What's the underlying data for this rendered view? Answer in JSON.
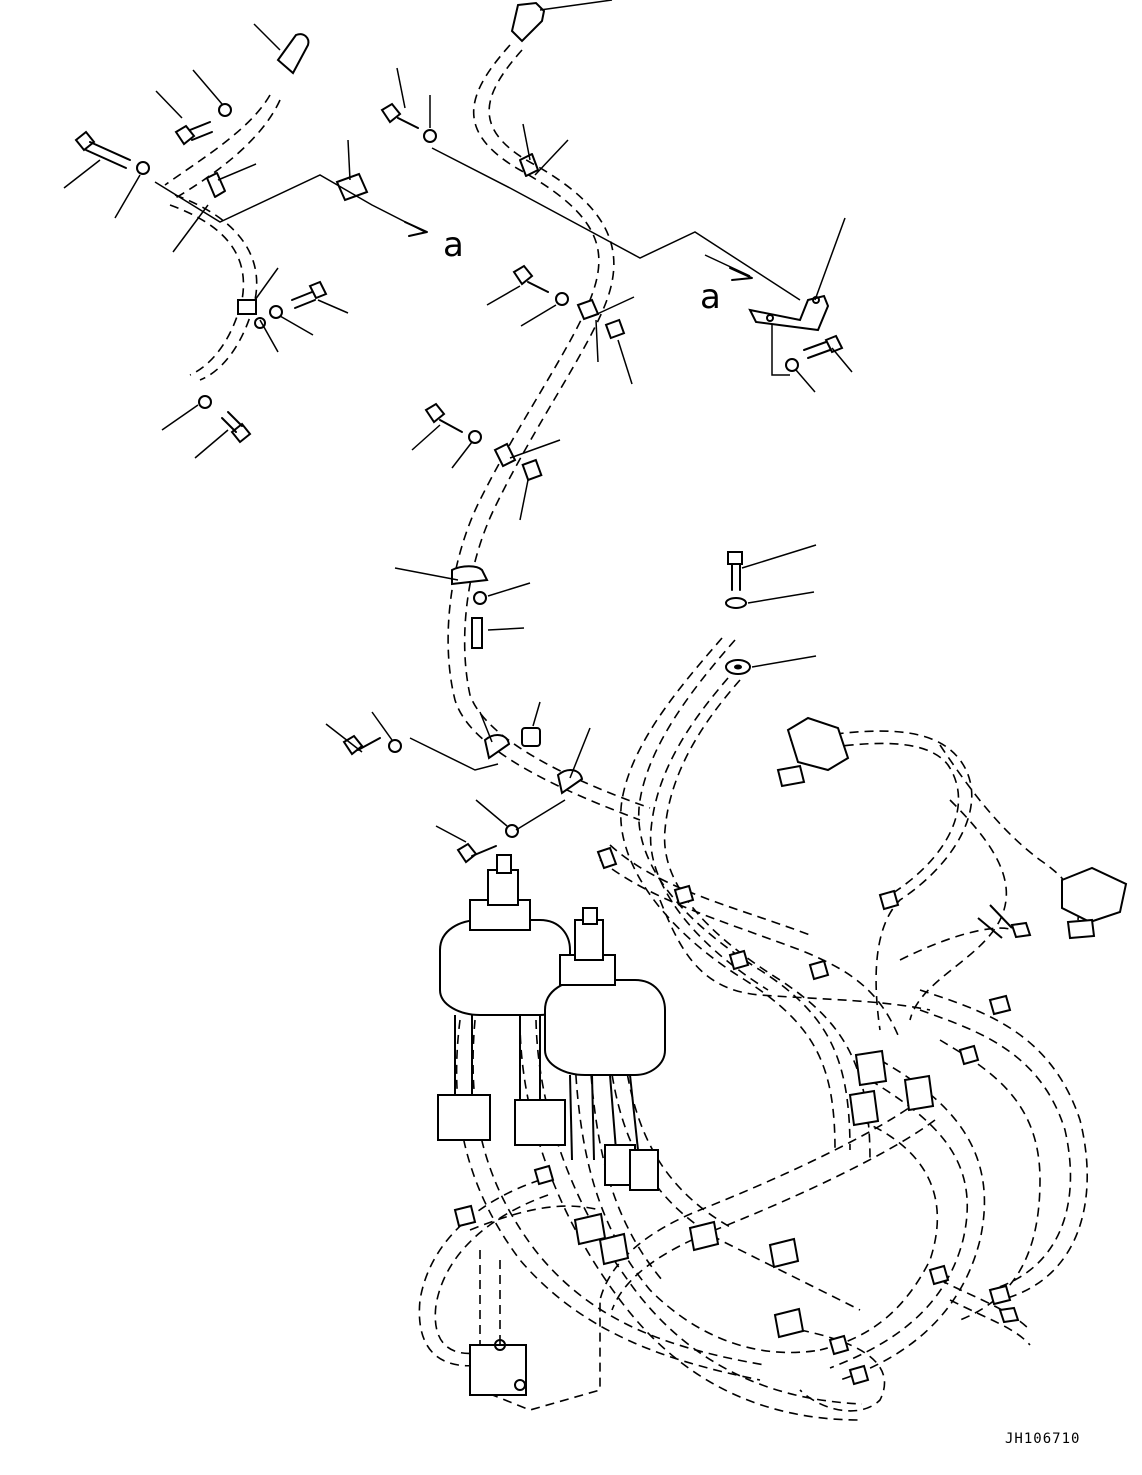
{
  "diagram": {
    "view_reference_letters": [
      "a",
      "a"
    ],
    "drawing_code": "JH106710"
  }
}
